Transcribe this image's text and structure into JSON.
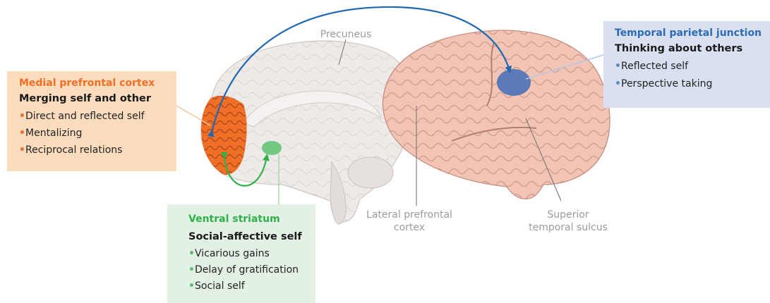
{
  "colors": {
    "mpfc": "#ef6f27",
    "tpj": "#2d6cb4",
    "ventral_striatum": "#2db24a",
    "label_gray": "#9b9b9b"
  },
  "labels": {
    "precuneus": "Precuneus",
    "lateral_prefrontal": [
      "Lateral prefrontal",
      "cortex"
    ],
    "superior_temporal": [
      "Superior",
      "temporal sulcus"
    ]
  },
  "mpfc": {
    "title": "Medial prefrontal cortex",
    "subtitle": "Merging self and other",
    "items": [
      "Direct and reflected self",
      "Mentalizing",
      "Reciprocal relations"
    ]
  },
  "tpj": {
    "title": "Temporal parietal junction",
    "subtitle": "Thinking about others",
    "items": [
      "Reflected self",
      "Perspective taking"
    ]
  },
  "ventral_striatum": {
    "title": "Ventral striatum",
    "subtitle": "Social-affective self",
    "items": [
      "Vicarious gains",
      "Delay of gratification",
      "Social self"
    ]
  },
  "bullet": "•"
}
